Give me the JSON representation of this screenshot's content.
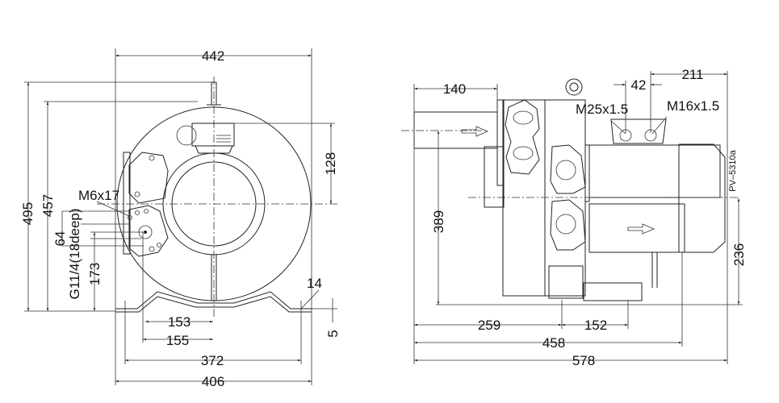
{
  "front_view": {
    "dims": {
      "width_442": "442",
      "height_495": "495",
      "height_457": "457",
      "height_128": "128",
      "thread_m6": "M6x17",
      "dim_64": "64",
      "port_g": "G11/4(18deep)",
      "height_173": "173",
      "foot_14": "14",
      "foot_5": "5",
      "dist_153": "153",
      "dist_155": "155",
      "base_372": "372",
      "base_406": "406"
    }
  },
  "side_view": {
    "dims": {
      "pipe_140": "140",
      "dist_42": "42",
      "dist_211": "211",
      "gland_m25": "M25x1.5",
      "gland_m16": "M16x1.5",
      "height_389": "389",
      "height_236": "236",
      "dist_259": "259",
      "dist_152": "152",
      "length_458": "458",
      "length_578": "578"
    },
    "drawing_code": "PV–5310a"
  }
}
